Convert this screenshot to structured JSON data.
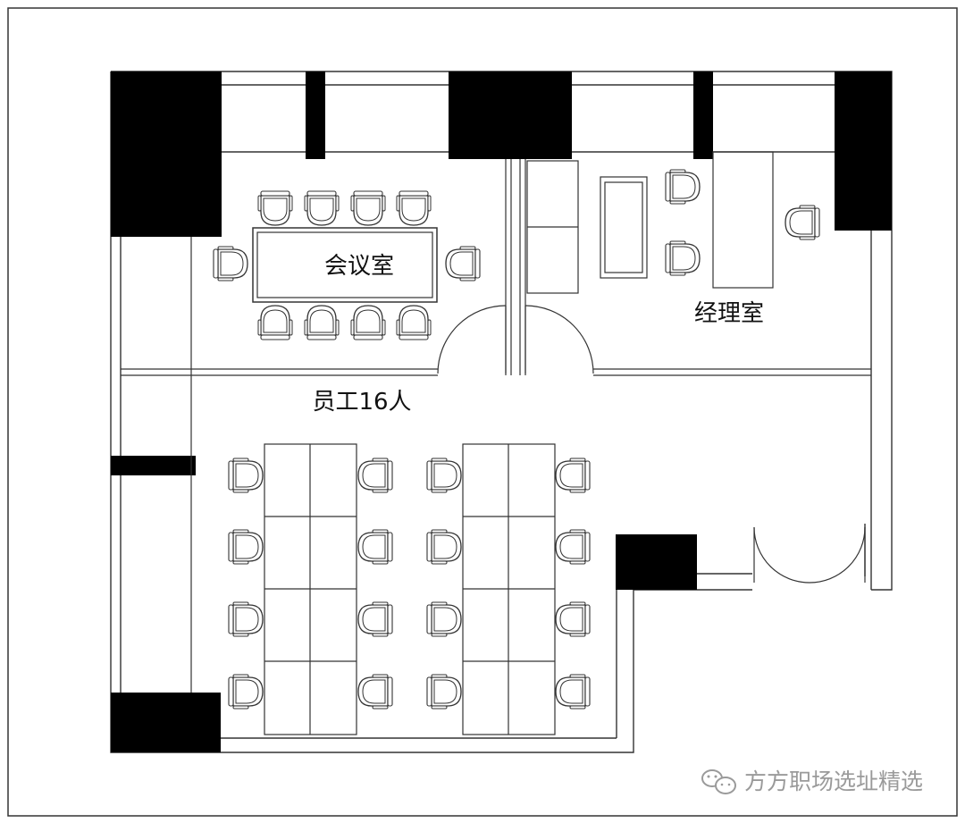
{
  "labels": {
    "meeting_room": "会议室",
    "manager_room": "经理室",
    "staff_area": "员工16人"
  },
  "watermark": {
    "text": "方方职场选址精选",
    "icon": "wechat-logo-icon"
  },
  "colors": {
    "wall": "#000000",
    "line": "#333333",
    "background": "#ffffff",
    "watermark": "#9a9a9a"
  }
}
